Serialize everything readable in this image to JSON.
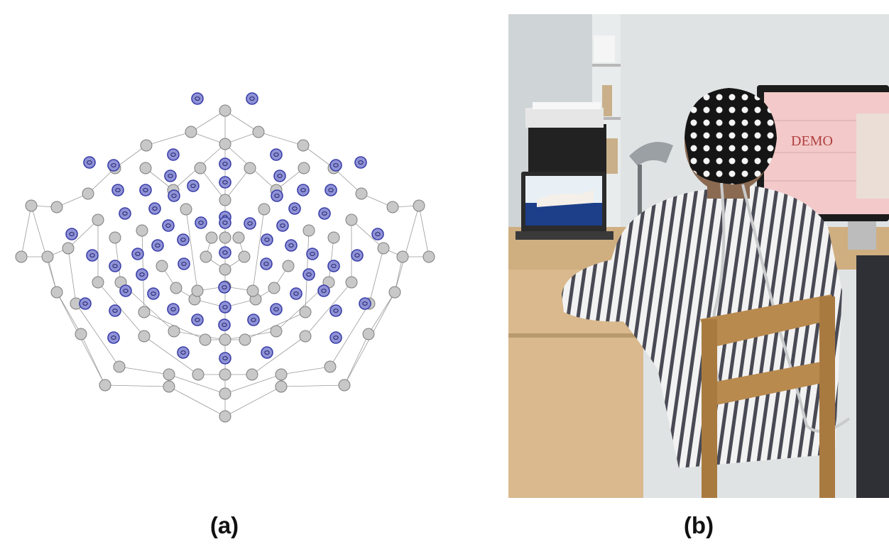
{
  "figure": {
    "panels": [
      {
        "id": "a",
        "caption": "(a)",
        "content": "electrode-layout"
      },
      {
        "id": "b",
        "caption": "(b)",
        "content": "photo-subject-eeg-cap"
      }
    ]
  },
  "electrode_layout": {
    "colors": {
      "inactive_fill": "#c8c8c8",
      "inactive_stroke": "#7d7d7d",
      "active_fill": "#8f92d6",
      "active_stroke": "#3a3fa8",
      "line": "#9a9a9a"
    }
  },
  "photo": {
    "screen_text": "DEMO",
    "colors": {
      "wall": "#dfe3e4",
      "desk": "#d9b98d",
      "monitor_screen": "#f3c9c9",
      "shirt_stripe_dark": "#4a4a55",
      "shirt_stripe_light": "#f2f2f2",
      "cap": "#151515",
      "chair": "#b98a4e"
    }
  }
}
